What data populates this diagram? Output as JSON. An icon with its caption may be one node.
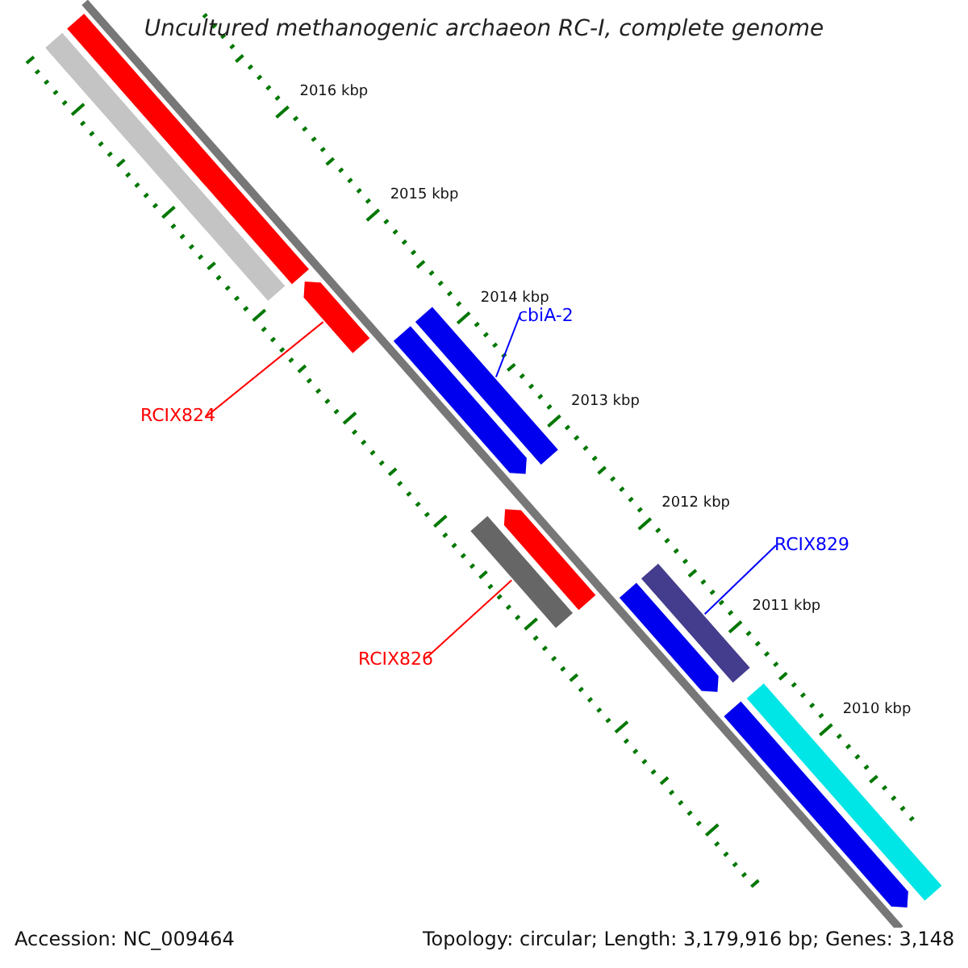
{
  "diagram": {
    "title": "Uncultured methanogenic archaeon RC-I, complete genome",
    "nodes": [
      {
        "text": [],
        "shape": "bar"
      },
      {
        "text": [],
        "shape": "bar"
      },
      {
        "text": [],
        "shape": "bar"
      },
      {
        "text": [],
        "shape": "bar"
      },
      {
        "text": [],
        "shape": "bar"
      },
      {
        "text": [
          "cbiA-2"
        ]
      },
      {
        "text": [
          "RCIX824"
        ]
      },
      {
        "text": [],
        "shape": "bar"
      },
      {
        "text": [],
        "shape": "bar"
      },
      {
        "text": [],
        "shape": "bar"
      },
      {
        "text": [],
        "shape": "bar"
      },
      {
        "text": [
          "RCIX829"
        ]
      },
      {
        "text": [
          "RCIX826"
        ]
      },
      {
        "text": [],
        "shape": "bar"
      },
      {
        "text": [],
        "shape": "bar"
      }
    ],
    "edges": [
      {
        "from": 5,
        "to": 3,
        "arrow": "none",
        "color": "#0000ff"
      },
      {
        "from": 6,
        "to": 2,
        "arrow": "none",
        "color": "#ff0000"
      },
      {
        "from": 11,
        "to": 9,
        "arrow": "none",
        "color": "#0000ff"
      },
      {
        "from": 12,
        "to": 8,
        "arrow": "none",
        "color": "#ff0000"
      }
    ],
    "labels": [
      "2016 kbp",
      "2015 kbp",
      "2014 kbp",
      "2013 kbp",
      "2012 kbp",
      "2011 kbp",
      "2010 kbp",
      "Accession: NC_009464",
      "Topology: circular; Length: 3,179,916 bp; Genes: 3,148"
    ]
  }
}
